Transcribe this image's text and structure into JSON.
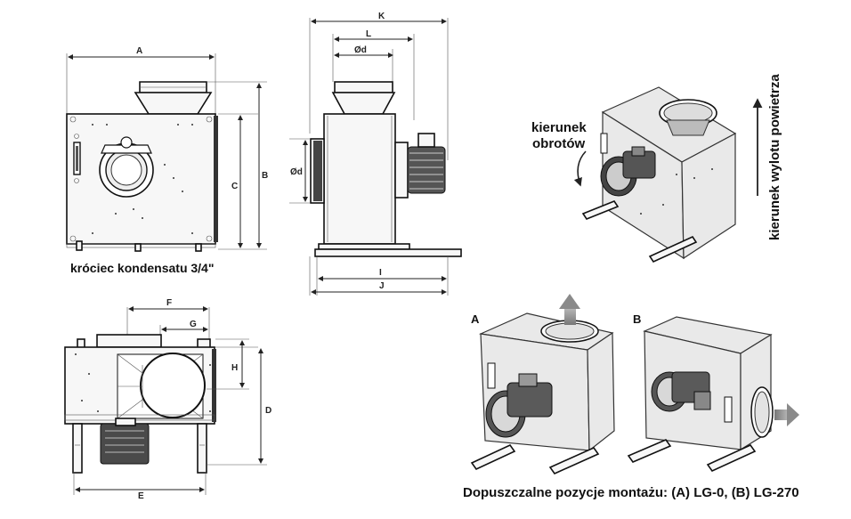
{
  "labels": {
    "condensate": "króciec kondensatu 3/4\"",
    "rotation_line1": "kierunek",
    "rotation_line2": "obrotów",
    "airflow": "kierunek wylotu powietrza",
    "positions": "Dopuszczalne pozycje montażu: (A) LG-0, (B) LG-270",
    "position_a": "A",
    "position_b": "B"
  },
  "dimensions": {
    "A": "A",
    "B": "B",
    "C": "C",
    "D": "D",
    "E": "E",
    "F": "F",
    "G": "G",
    "H": "H",
    "I": "I",
    "J": "J",
    "K": "K",
    "L": "L",
    "d_top": "Ød",
    "d_side": "Ød"
  },
  "colors": {
    "line": "#222222",
    "arrow_gray": "#8a8a8a",
    "fill": "#f7f7f7"
  }
}
